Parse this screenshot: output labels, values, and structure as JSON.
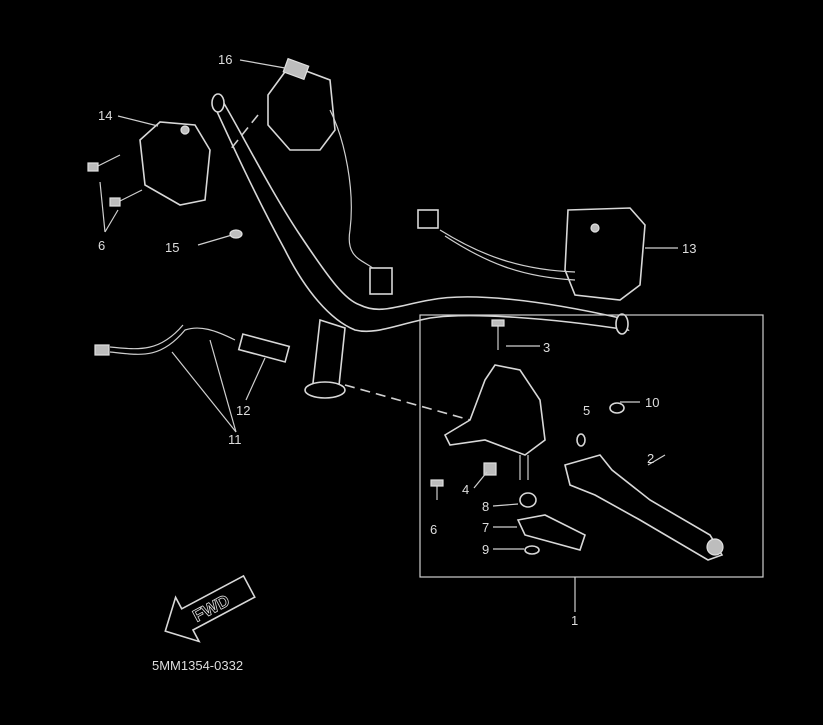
{
  "labels": {
    "l16": "16",
    "l14": "14",
    "l6a": "6",
    "l15": "15",
    "l13": "13",
    "l3": "3",
    "l5": "5",
    "l10": "10",
    "l2": "2",
    "l12": "12",
    "l11": "11",
    "l4": "4",
    "l8": "8",
    "l7": "7",
    "l9": "9",
    "l6b": "6",
    "l1": "1"
  },
  "fwd": "FWD",
  "drawing_code": "5MM1354-0332",
  "colors": {
    "background": "#000000",
    "lines": "#d8d8d8"
  }
}
